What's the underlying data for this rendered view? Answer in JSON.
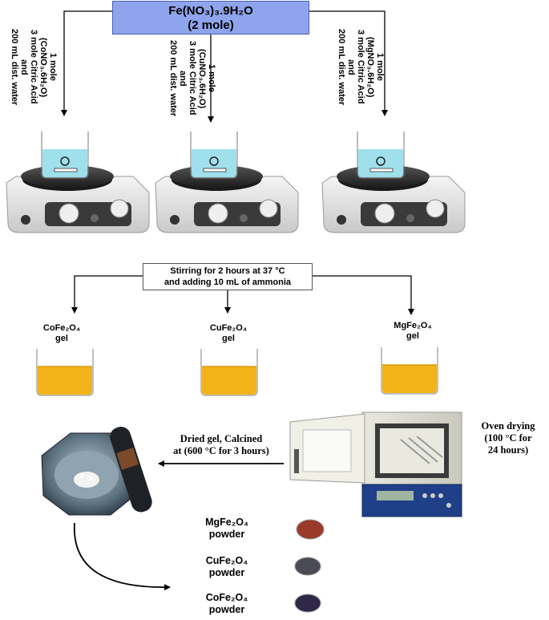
{
  "precursor": {
    "line1": "Fe(NO₃)₃.9H₂O",
    "line2": "(2 mole)"
  },
  "branches": [
    {
      "lines": [
        "1 mole",
        "(CoNO₃.6H₂O)",
        "3 mole Citric Acid",
        "and",
        "200 mL dist. water"
      ]
    },
    {
      "lines": [
        "1 mole",
        "(CuNO₃.6H₂O)",
        "3 mole Citric Acid",
        "and",
        "200 mL dist. water"
      ]
    },
    {
      "lines": [
        "1 mole",
        "(MgNO₃.6H₂O)",
        "3 mole Citric Acid",
        "and",
        "200 mL dist. water"
      ]
    }
  ],
  "stirring": {
    "line1": "Stirring for 2 hours at 37 °C",
    "line2": "and adding 10 mL of ammonia"
  },
  "gels": [
    {
      "name": "CoFe₂O₄",
      "suffix": "gel"
    },
    {
      "name": "CuFe₂O₄",
      "suffix": "gel"
    },
    {
      "name": "MgFe₂O₄",
      "suffix": "gel"
    }
  ],
  "oven": {
    "line1": "Oven drying",
    "line2": "(100 °C for",
    "line3": "24 hours)"
  },
  "calcination": {
    "line1": "Dried gel, Calcined",
    "line2": "at (600 °C for 3 hours)"
  },
  "powders": [
    {
      "name": "MgFe₂O₄",
      "suffix": "powder",
      "color": "#9a3a2a"
    },
    {
      "name": "CuFe₂O₄",
      "suffix": "powder",
      "color": "#4b4b55"
    },
    {
      "name": "CoFe₂O₄",
      "suffix": "powder",
      "color": "#2e2846"
    }
  ],
  "colors": {
    "top_box": "#8ea4ec",
    "solution": "#9fe0ec",
    "gel": "#f2b21a"
  }
}
